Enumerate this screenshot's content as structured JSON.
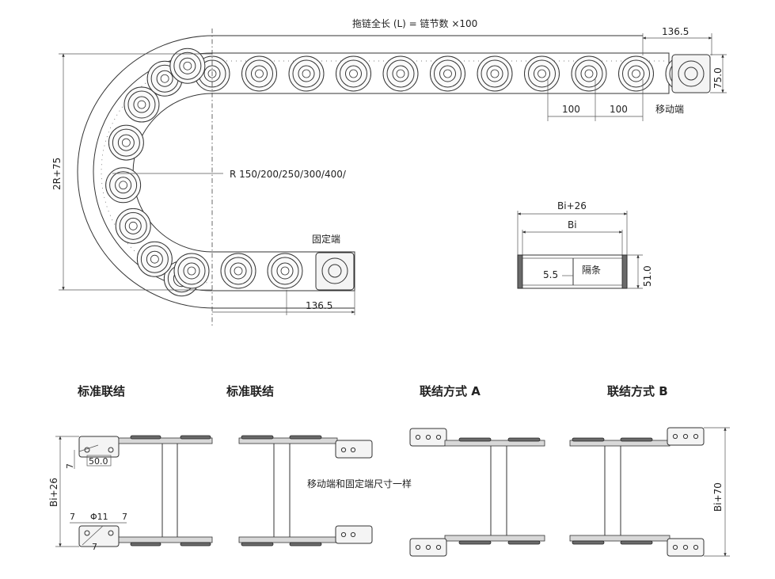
{
  "top": {
    "total_length": "拖链全长 (L) = 链节数 ×100",
    "end_length_moving": "136.5",
    "height": "75.0",
    "pitch_1": "100",
    "pitch_2": "100",
    "moving_end": "移动端",
    "outer_height": "2R+75",
    "radius": "R  150/200/250/300/400/",
    "fixed_end": "固定端",
    "end_length_fixed": "136.5",
    "link_count_upper": 11,
    "link_count_lower": 3
  },
  "cross_section": {
    "outer_width": "Bi+26",
    "inner_width": "Bi",
    "offset": "5.5",
    "divider": "隔条",
    "height": "51.0"
  },
  "connections": {
    "std_1": {
      "title": "标准联结",
      "dim_7a": "7",
      "dim_50": "50.0",
      "dim_bi26": "Bi+26",
      "dim_7b": "7",
      "dim_phi": "Φ11",
      "dim_7c": "7",
      "dim_7d": "7"
    },
    "std_2": {
      "title": "标准联结",
      "note": "移动端和固定端尺寸一样"
    },
    "type_a": {
      "title": "联结方式 A"
    },
    "type_b": {
      "title": "联结方式 B",
      "dim_bi70": "Bi+70"
    }
  }
}
